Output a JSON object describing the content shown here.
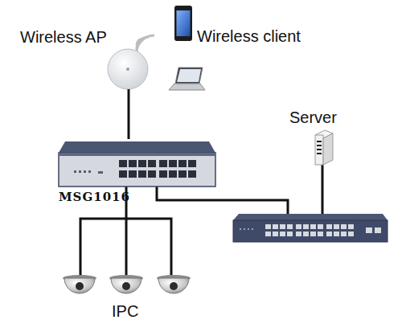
{
  "diagram": {
    "nodes": [
      {
        "text": [
          "Wireless AP"
        ]
      },
      {
        "text": [
          "MSG1016"
        ]
      },
      {
        "text": [
          "Server"
        ]
      }
    ],
    "edges": [
      {
        "from": 0,
        "to": 1,
        "arrow": "none"
      }
    ],
    "labels": [
      "Wireless client",
      "IPC"
    ]
  }
}
